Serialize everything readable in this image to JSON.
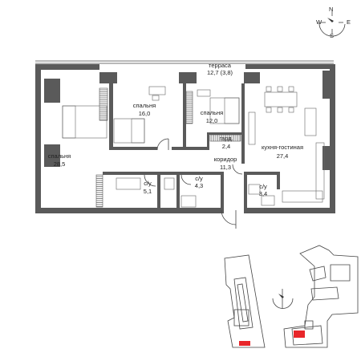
{
  "rooms": [
    {
      "id": "terrace",
      "name": "терраса",
      "area": "12,7 (3,8)"
    },
    {
      "id": "bedroom1",
      "name": "спальня",
      "area": "16,0"
    },
    {
      "id": "bedroom2",
      "name": "спальня",
      "area": "12,0"
    },
    {
      "id": "bedroom3",
      "name": "спальня",
      "area": "28,5"
    },
    {
      "id": "wardrobe",
      "name": "гард.",
      "area": "2,4"
    },
    {
      "id": "corridor",
      "name": "коридор",
      "area": "11,3"
    },
    {
      "id": "kitchen",
      "name": "кухня-гостиная",
      "area": "27,4"
    },
    {
      "id": "bath1",
      "name": "с/у",
      "area": "5,1"
    },
    {
      "id": "bath2",
      "name": "с/у",
      "area": "4,3"
    },
    {
      "id": "bath3",
      "name": "с/у",
      "area": "3,4"
    }
  ],
  "compass": {
    "labels": [
      "N",
      "S",
      "W",
      "E"
    ]
  },
  "colors": {
    "wall": "#5a5a5a",
    "highlight": "#e8262a",
    "line": "#444444"
  },
  "icons": [
    "compass-icon",
    "key-plan-map"
  ]
}
